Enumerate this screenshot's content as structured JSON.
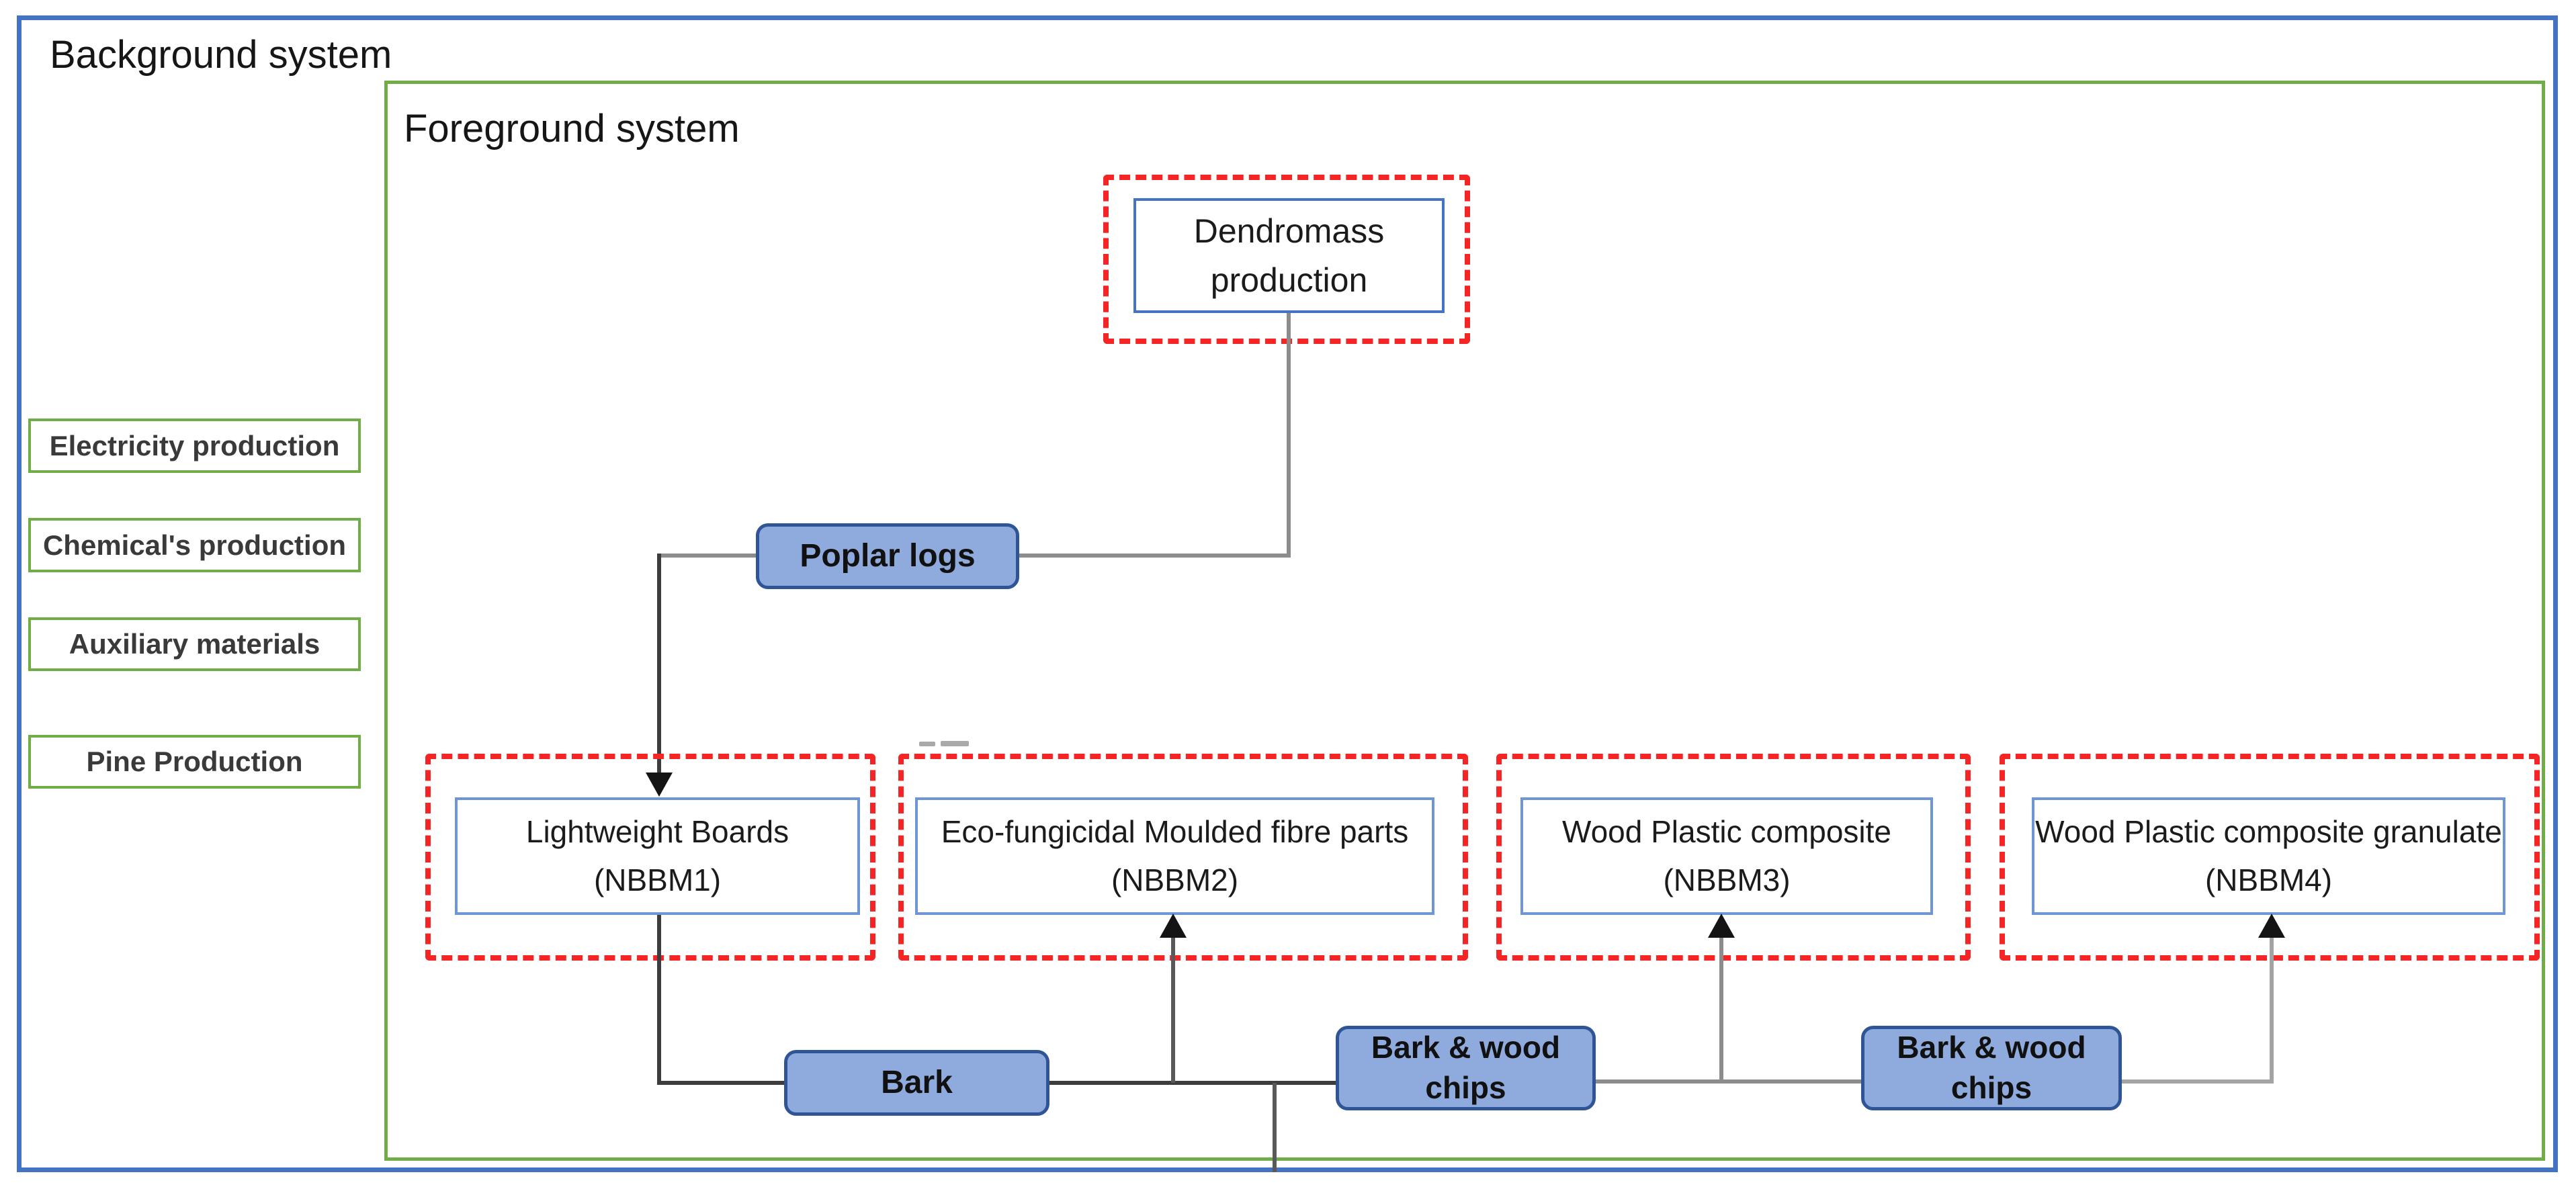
{
  "background": {
    "title": "Background system",
    "boxes": [
      {
        "label": "Electricity production"
      },
      {
        "label": "Chemical's production"
      },
      {
        "label": "Auxiliary materials"
      },
      {
        "label": "Pine Production"
      }
    ]
  },
  "foreground": {
    "title": "Foreground system",
    "dendromass": {
      "line1": "Dendromass",
      "line2": "production"
    },
    "products": [
      {
        "name": "Lightweight Boards",
        "code": "(NBBM1)"
      },
      {
        "name": "Eco-fungicidal Moulded fibre parts",
        "code": "(NBBM2)"
      },
      {
        "name": "Wood Plastic composite",
        "code": "(NBBM3)"
      },
      {
        "name": "Wood Plastic composite granulate",
        "code": "(NBBM4)"
      }
    ],
    "flows": {
      "poplar_logs": "Poplar logs",
      "bark": "Bark",
      "bark_wood_1_line1": "Bark & wood",
      "bark_wood_1_line2": "chips",
      "bark_wood_2_line1": "Bark & wood",
      "bark_wood_2_line2": "chips"
    }
  },
  "colors": {
    "outer_frame_blue": "#4472c4",
    "foreground_frame_green": "#70ad47",
    "red_dashed": "#f52525",
    "process_box_border_blue": "#6e96d4",
    "chip_fill": "#8faadc",
    "chip_border": "#2f5597",
    "connector_gray": "#8c8c8c",
    "connector_dark": "#3d3d3d",
    "arrowhead_black": "#141414"
  }
}
